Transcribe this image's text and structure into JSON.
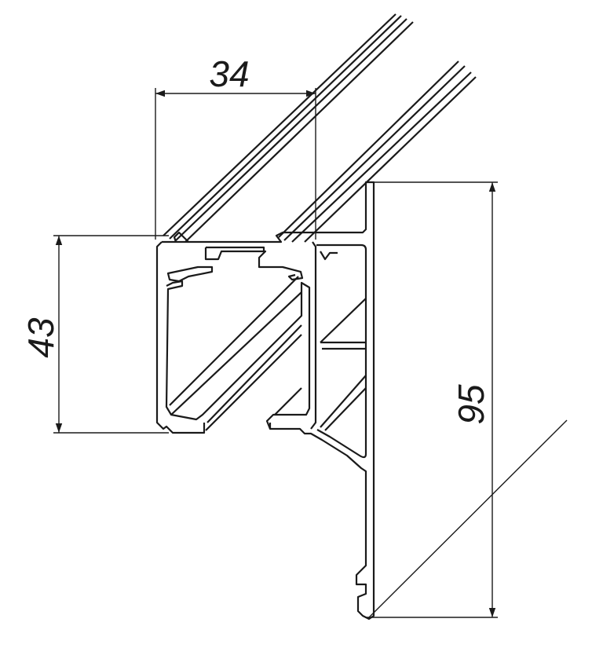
{
  "drawing": {
    "dimensions": {
      "width_top": "34",
      "height_left": "43",
      "height_right": "95"
    },
    "line_color": "#1a1a1a"
  }
}
